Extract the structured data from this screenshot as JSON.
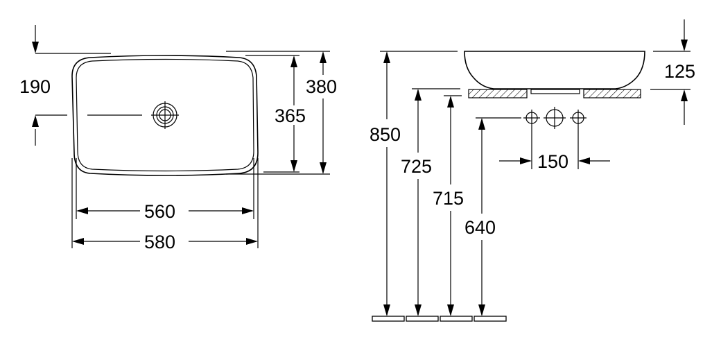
{
  "dimensions": {
    "plan_offset": "190",
    "inner_depth": "365",
    "outer_depth": "380",
    "inner_width": "560",
    "outer_width": "580",
    "total_height": "850",
    "basin_height": "125",
    "counter_height": "725",
    "counter_underside": "715",
    "tap_height": "640",
    "tap_spacing": "150"
  },
  "icons": {
    "plan_drain": "drain-icon",
    "tap_holes": "tap-hole-icon"
  }
}
